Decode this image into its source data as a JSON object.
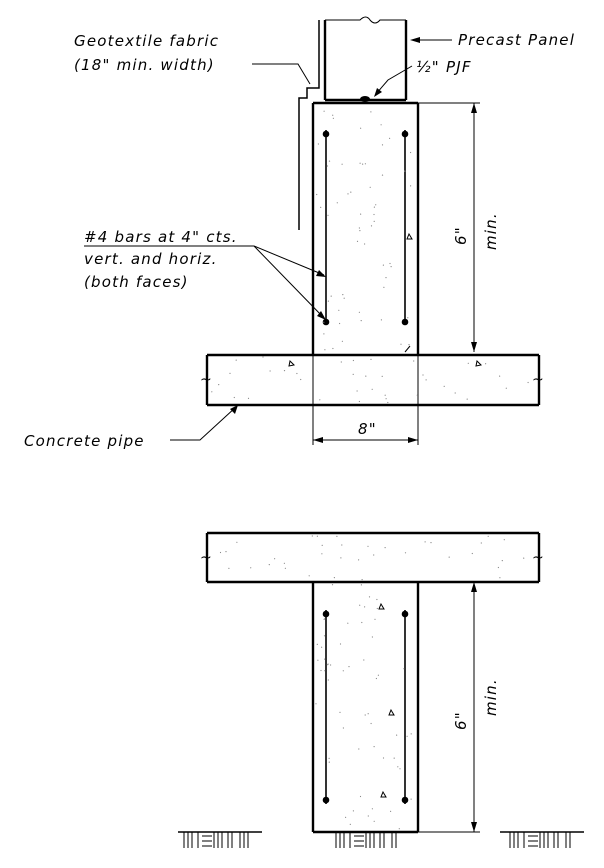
{
  "labels": {
    "geotextile_line1": "Geotextile fabric",
    "geotextile_line2": "(18\" min. width)",
    "precast_panel": "Precast Panel",
    "pjf_fraction": "½\"",
    "pjf_text": "PJF",
    "bars_line1": "#4 bars at 4\" cts.",
    "bars_line2": "vert. and horiz.",
    "bars_line3": "(both faces)",
    "concrete_pipe": "Concrete pipe",
    "dim_width": "8\"",
    "dim_height_top": "6\"",
    "dim_min_top": "min.",
    "dim_height_bottom": "6\"",
    "dim_min_bottom": "min."
  }
}
